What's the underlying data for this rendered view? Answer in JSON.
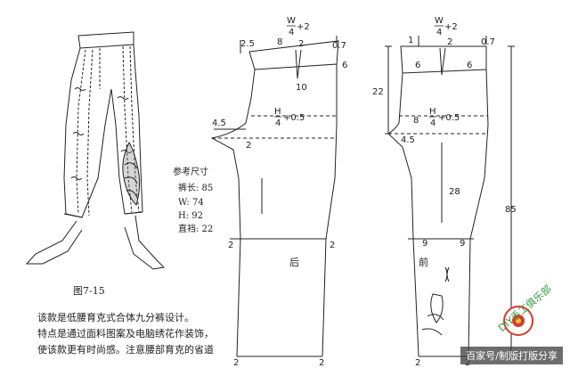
{
  "figure": {
    "fig_label": "图7-15",
    "ref_title": "参考尺寸",
    "ref_items": [
      "裤长: 85",
      "W: 74",
      "H: 92",
      "直裆: 22"
    ]
  },
  "back_pattern": {
    "waist_formula_num": "W",
    "waist_formula_den": "4",
    "waist_formula_suffix": "+2",
    "dim_2_5": "2.5",
    "dim_8": "8",
    "dim_2": "2",
    "dim_0_7": "0.7",
    "dim_6": "6",
    "dim_10": "10",
    "hip_num": "H",
    "hip_den": "4",
    "hip_suffix": "+0.5",
    "dim_4_5": "4.5",
    "dim_2_crotch": "2",
    "knee_left": "2",
    "knee_right": "2",
    "hem_left": "2",
    "hem_right": "2",
    "label": "后"
  },
  "front_pattern": {
    "dim_1": "1",
    "waist_formula_num": "W",
    "waist_formula_den": "4",
    "waist_formula_suffix": "+2",
    "dim_2": "2",
    "dim_0_7": "0.7",
    "dim_6_left": "6",
    "dim_6_right": "6",
    "dim_22": "22",
    "dim_8": "8",
    "hip_num": "H",
    "hip_den": "4",
    "hip_suffix": "+0.5",
    "dim_4_5": "4.5",
    "dim_28": "28",
    "dim_85": "85",
    "knee_left": "9",
    "knee_right": "9",
    "hem_left": "2",
    "hem_right": "2",
    "label": "前"
  },
  "caption_lines": [
    "该款是低腰育克式合体九分裤设计。",
    "特点是通过面料图案及电脑绣花作装饰，",
    "使该款更有时尚感。注意腰部育克的省道"
  ],
  "watermark": "百家号/制版打版分享",
  "logo_text": "DIY手工俱乐部",
  "colors": {
    "line": "#222222",
    "logo_green": "#2e9a3a",
    "logo_red": "#d93a2a"
  }
}
